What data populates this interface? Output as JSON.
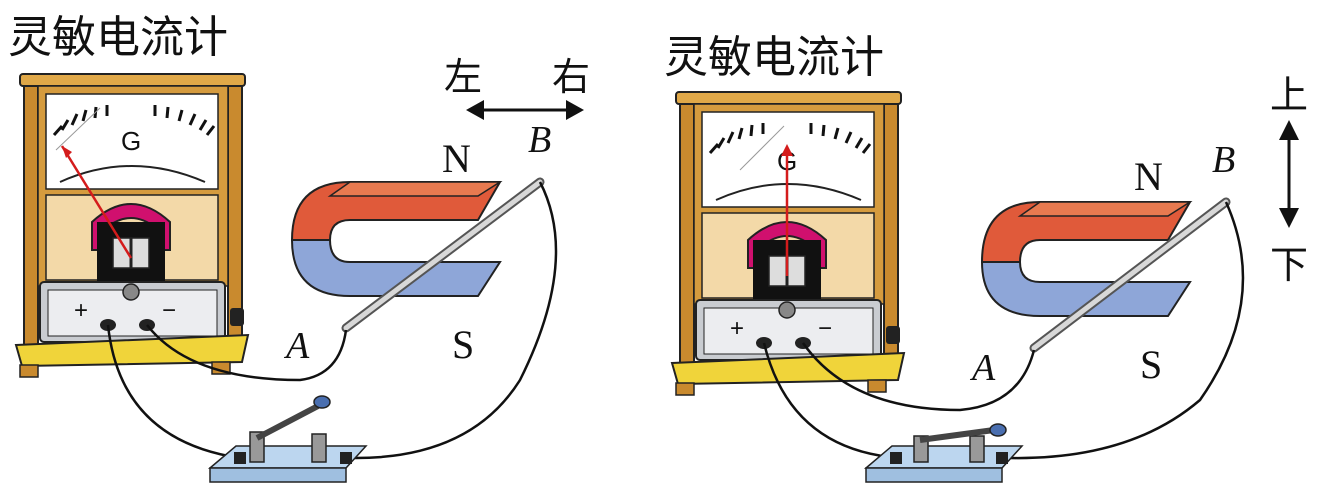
{
  "left_panel": {
    "title": "灵敏电流计",
    "meter_letter": "G",
    "terminal_plus": "+",
    "terminal_minus": "−",
    "magnet_north": "N",
    "magnet_south": "S",
    "rod_end_a": "A",
    "rod_end_b": "B",
    "direction_left": "左",
    "direction_right": "右",
    "needle_state": "deflected-left"
  },
  "right_panel": {
    "title": "灵敏电流计",
    "meter_letter": "G",
    "terminal_plus": "+",
    "terminal_minus": "−",
    "magnet_north": "N",
    "magnet_south": "S",
    "rod_end_a": "A",
    "rod_end_b": "B",
    "direction_up": "上",
    "direction_down": "下",
    "needle_state": "centered"
  },
  "colors": {
    "frame": "#c98a2e",
    "base": "#f0d43a",
    "meter_face": "#f3d9a8",
    "north_red": "#e05a3a",
    "south_blue": "#8ea6d8",
    "coil_magenta": "#d0106e",
    "needle": "#d41c1c",
    "switch_base": "#bcd6ef"
  }
}
